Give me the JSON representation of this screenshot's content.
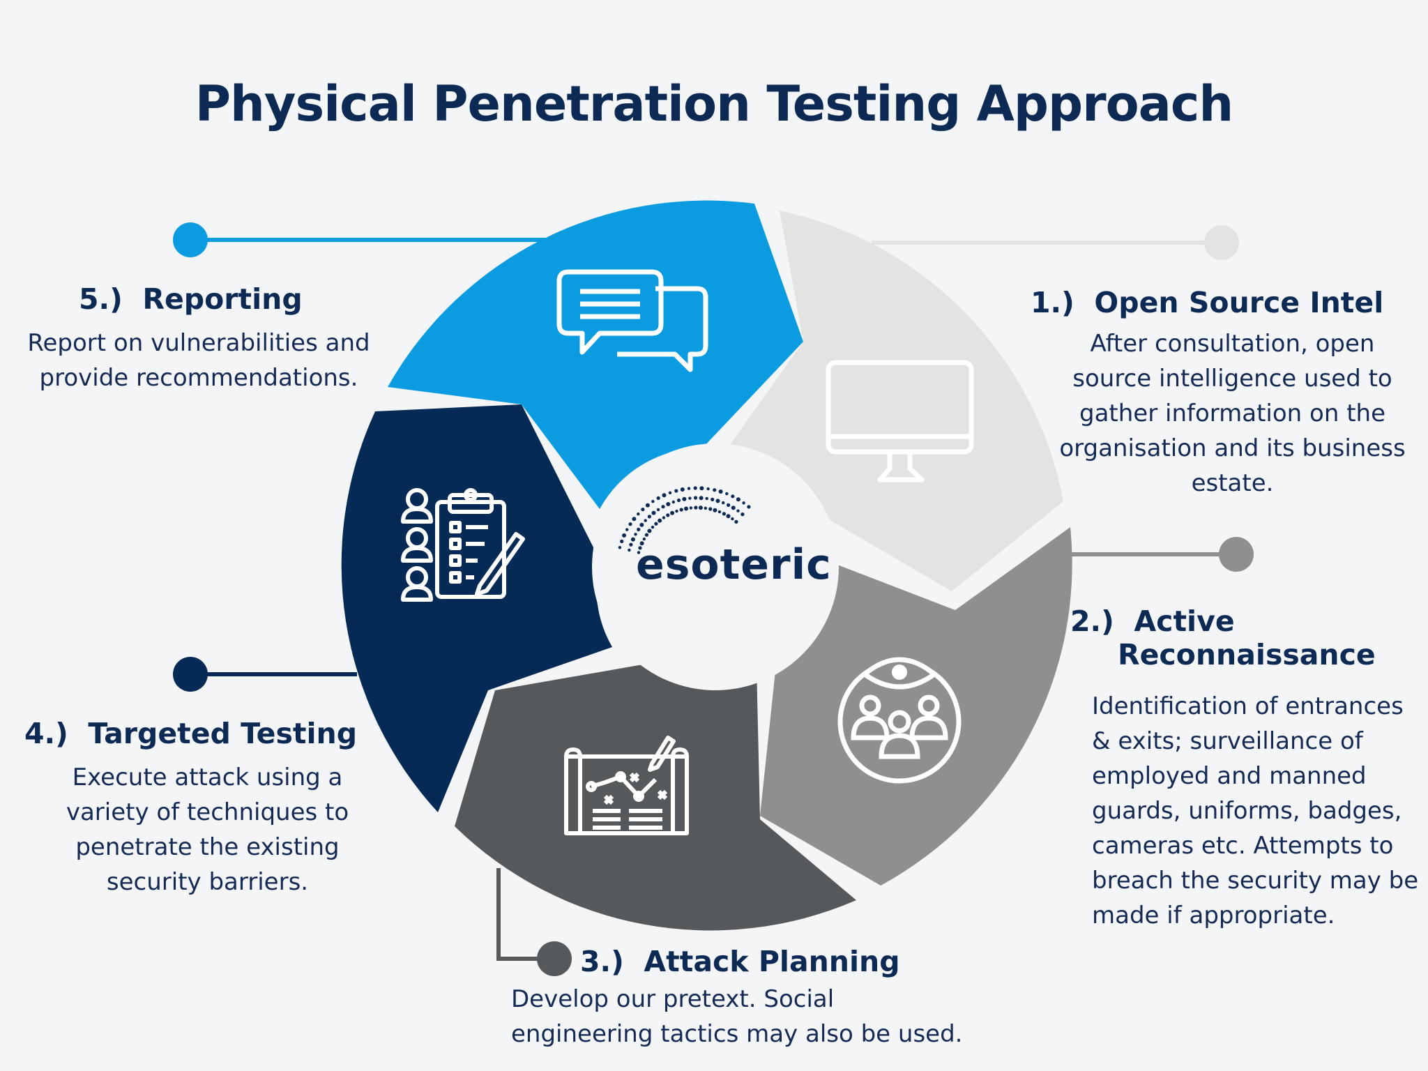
{
  "title": "Physical Penetration Testing Approach",
  "logo_text": "esoteric",
  "colors": {
    "background": "#f4f5f7",
    "navy": "#0d2a55",
    "segment_reporting": "#0b9be0",
    "segment_osint": "#e3e4e1",
    "segment_active_recon": "#8e8f91",
    "segment_attack_planning": "#55595c",
    "segment_targeted_testing": "#052a55"
  },
  "steps": [
    {
      "number": "1.)",
      "label": "Open Source Intel",
      "icon": "monitor-icon",
      "description": [
        "After consultation, open",
        "source intelligence used to",
        "gather information on the",
        "organisation and its business",
        "estate."
      ]
    },
    {
      "number": "2.)",
      "label_line1": "Active",
      "label_line2": "Reconnaissance",
      "icon": "eye-group-icon",
      "description": [
        "Identification of entrances",
        "& exits; surveillance of",
        "employed and manned",
        "guards, uniforms, badges,",
        "cameras etc. Attempts to",
        "breach the security may be",
        "made if appropriate."
      ]
    },
    {
      "number": "3.)",
      "label": "Attack Planning",
      "icon": "blueprint-plan-icon",
      "description": [
        "Develop our pretext. Social",
        "engineering tactics may also be used."
      ]
    },
    {
      "number": "4.)",
      "label": "Targeted Testing",
      "icon": "checklist-team-icon",
      "description": [
        "Execute attack using a",
        "variety of techniques  to",
        "penetrate the existing",
        "security barriers."
      ]
    },
    {
      "number": "5.)",
      "label": "Reporting",
      "icon": "chat-bubbles-icon",
      "description": [
        "Report on vulnerabilities and",
        "provide recommendations."
      ]
    }
  ]
}
